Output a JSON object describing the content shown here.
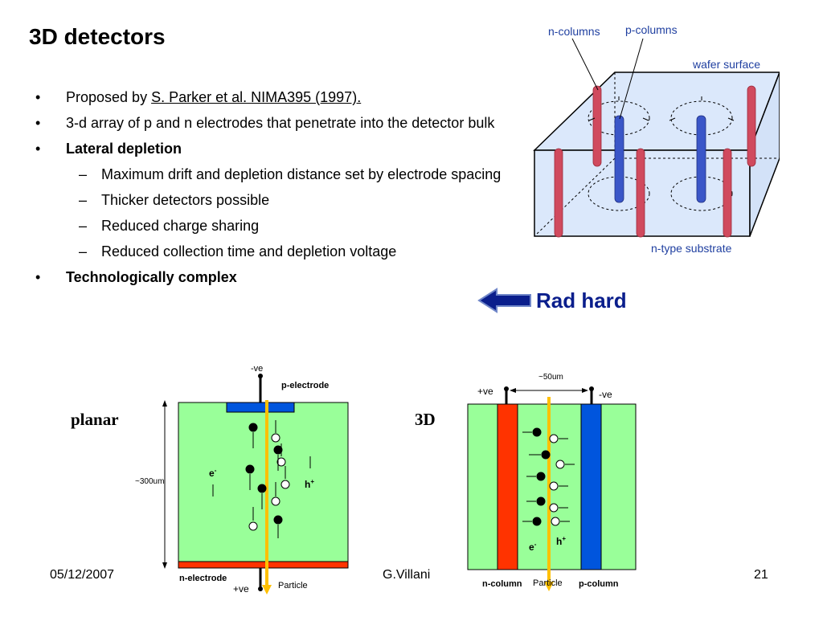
{
  "slide": {
    "title": "3D detectors",
    "bullets": [
      {
        "prefix": "Proposed by ",
        "link": "S. Parker et al. NIMA395 (1997)."
      },
      {
        "text": "3-d array of p and n electrodes that penetrate into the detector bulk"
      },
      {
        "text": "Lateral depletion",
        "sub": [
          "Maximum drift and depletion distance set by electrode spacing",
          "Thicker detectors possible",
          "Reduced charge sharing",
          "Reduced collection time and depletion voltage"
        ]
      },
      {
        "text": "Technologically complex"
      }
    ],
    "callout": "Rad hard",
    "footer": {
      "date": "05/12/2007",
      "author": "G.Villani",
      "page": "21"
    }
  },
  "diagram_3d": {
    "n_columns": "n-columns",
    "p_columns": "p-columns",
    "wafer_surface": "wafer surface",
    "substrate": "n-type substrate"
  },
  "planar": {
    "title": "planar",
    "top_voltage": "-ve",
    "top_electrode": "p-electrode",
    "thickness": "~300um",
    "electron": "e",
    "electron_sup": "-",
    "hole": "h",
    "hole_sup": "+",
    "bottom_electrode": "n-electrode",
    "bottom_voltage": "+ve",
    "particle": "Particle"
  },
  "three_d": {
    "title": "3D",
    "spacing": "~50um",
    "left_voltage": "+ve",
    "right_voltage": "-ve",
    "electron": "e",
    "electron_sup": "-",
    "hole": "h",
    "hole_sup": "+",
    "n_column": "n-column",
    "particle": "Particle",
    "p_column": "p-column"
  },
  "colors": {
    "bulk_green": "#99ff99",
    "n_red": "#ff3300",
    "p_blue": "#0055dd",
    "particle_yellow": "#ffc000",
    "callout_blue": "#0a1e8c",
    "diagram_label_blue": "#1f3fa0"
  }
}
